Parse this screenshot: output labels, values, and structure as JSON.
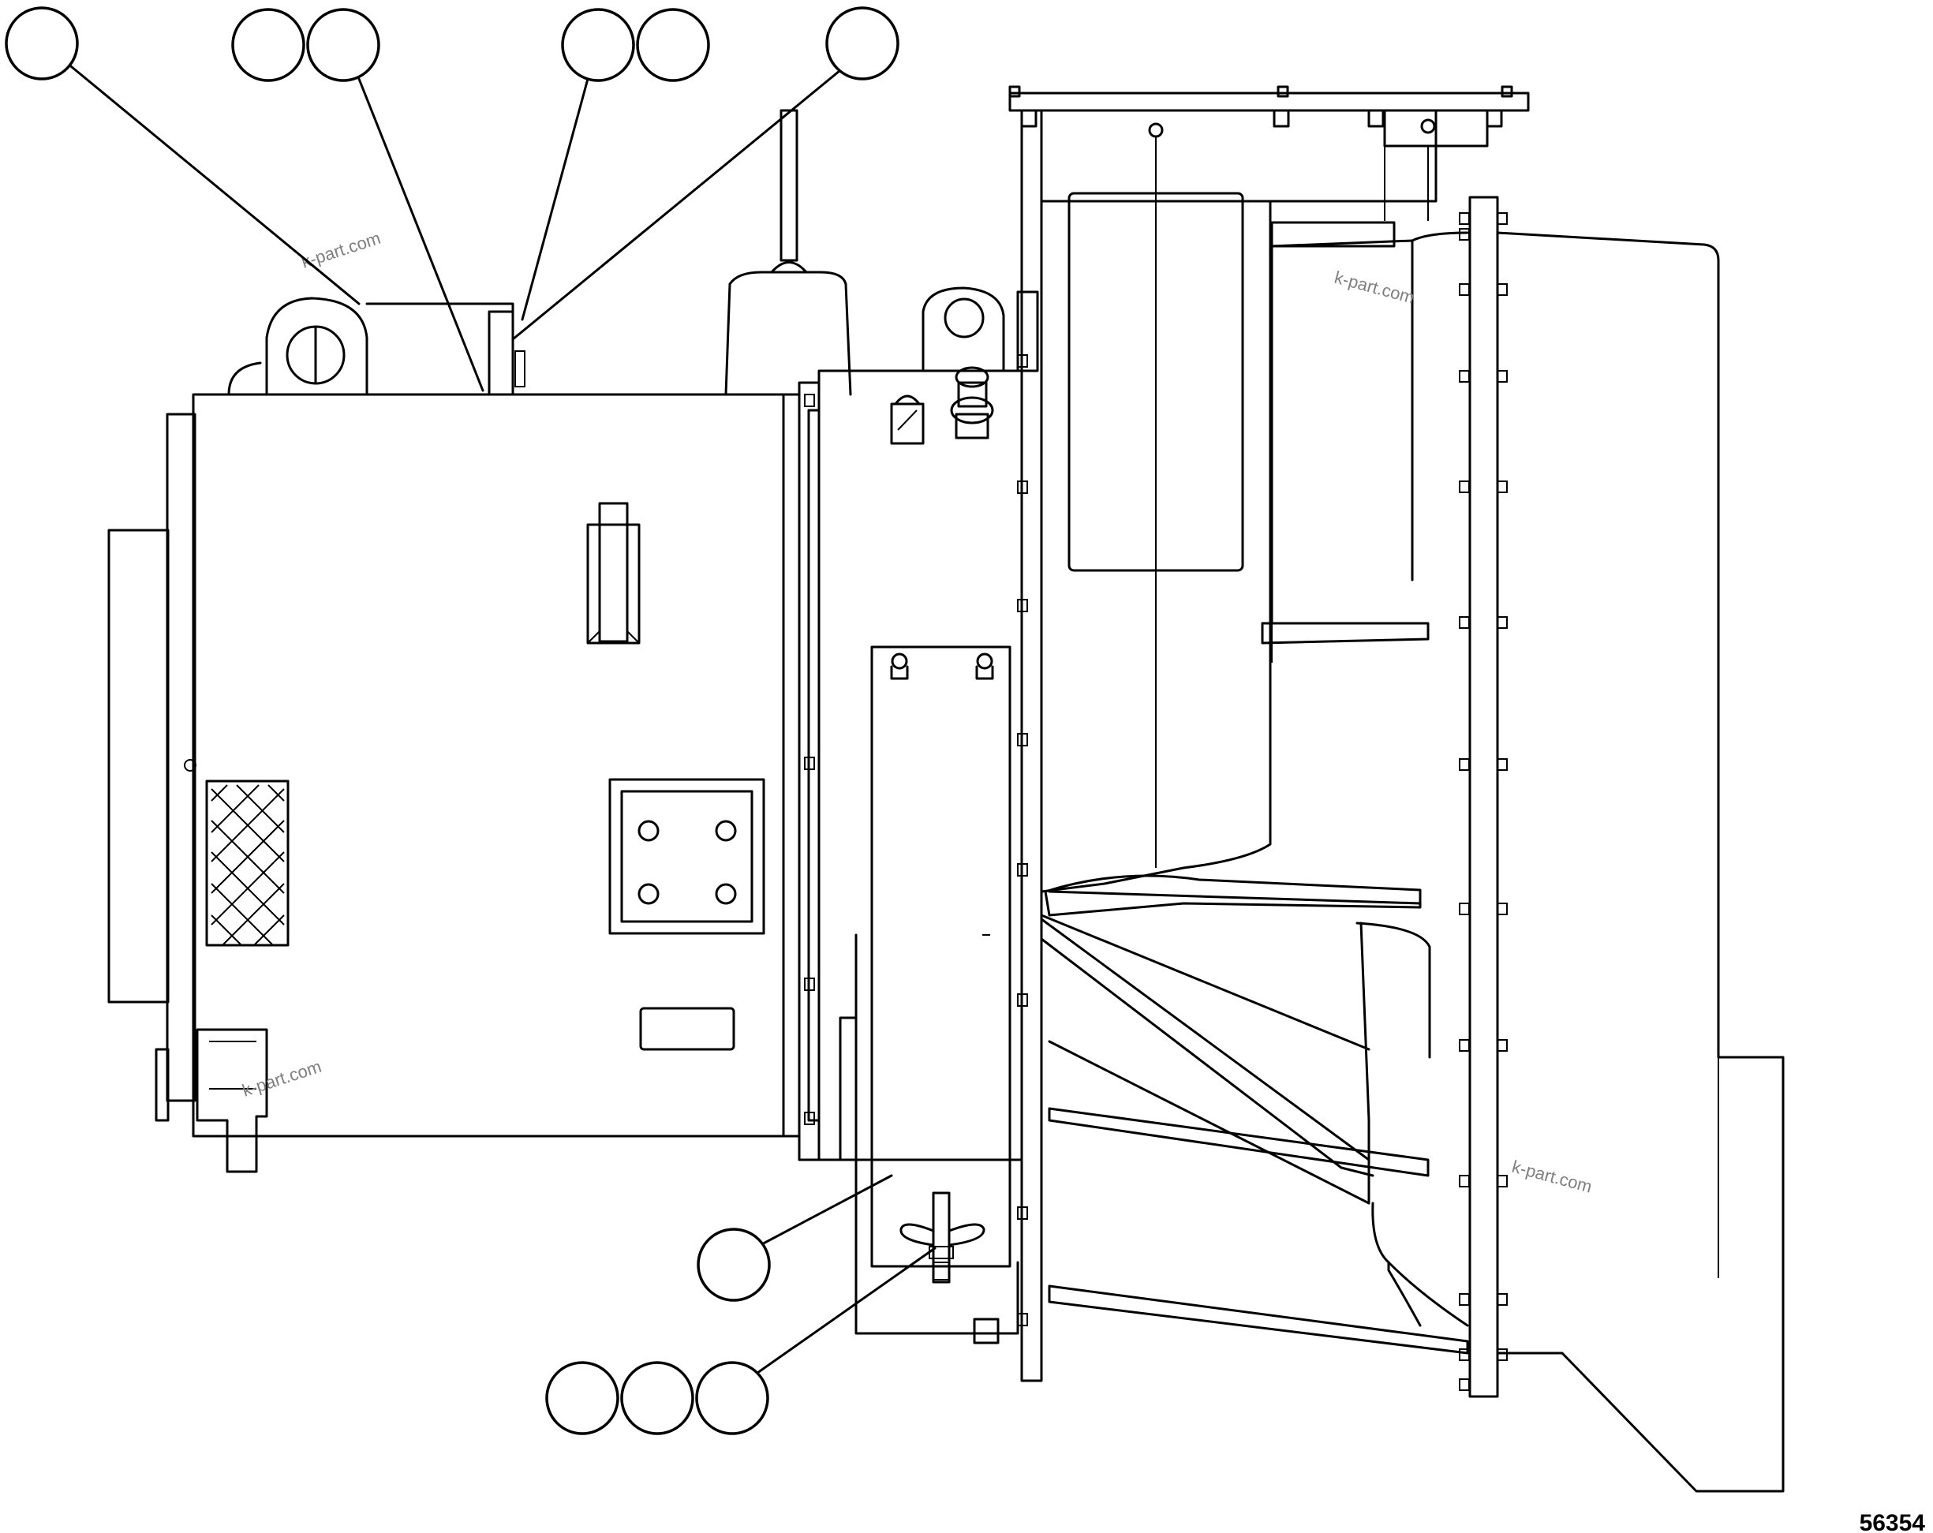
{
  "figure_number": "56354",
  "watermark": "k-part.com",
  "callouts": [
    {
      "id": "c1",
      "label": ""
    },
    {
      "id": "c2",
      "label": ""
    },
    {
      "id": "c3",
      "label": ""
    },
    {
      "id": "c4",
      "label": ""
    },
    {
      "id": "c5",
      "label": ""
    },
    {
      "id": "c6",
      "label": ""
    },
    {
      "id": "c7",
      "label": ""
    },
    {
      "id": "c8",
      "label": ""
    },
    {
      "id": "c9",
      "label": ""
    },
    {
      "id": "c10",
      "label": ""
    }
  ]
}
